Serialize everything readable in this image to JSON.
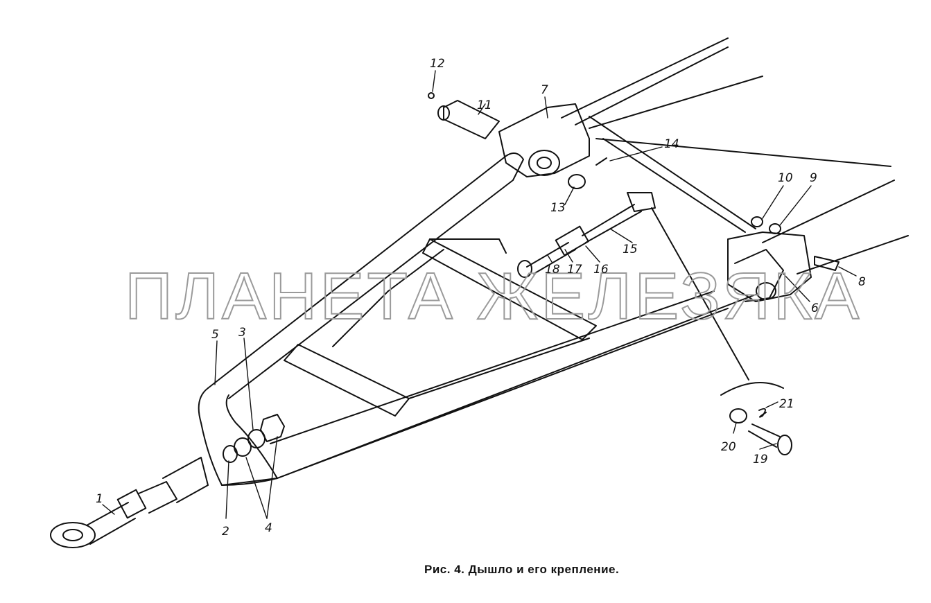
{
  "caption": "Рис. 4. Дышло и его крепление.",
  "watermark": "ПЛАНЕТА ЖЕЛЕЗЯКА",
  "callouts": {
    "c1": "1",
    "c2": "2",
    "c3": "3",
    "c4": "4",
    "c5": "5",
    "c6": "6",
    "c7": "7",
    "c8": "8",
    "c9": "9",
    "c10": "10",
    "c11": "11",
    "c12": "12",
    "c13": "13",
    "c14": "14",
    "c15": "15",
    "c16": "16",
    "c17": "17",
    "c18": "18",
    "c19": "19",
    "c20": "20",
    "c21": "21"
  }
}
